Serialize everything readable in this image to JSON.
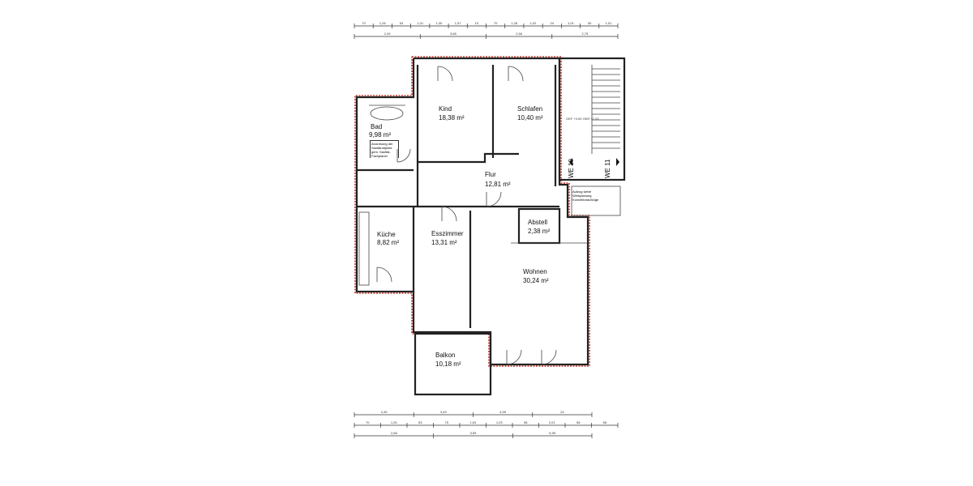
{
  "rooms": [
    {
      "name": "Kind",
      "area": "18,38 m²"
    },
    {
      "name": "Schlafen",
      "area": "10,40 m²"
    },
    {
      "name": "Bad",
      "area": "9,98 m²"
    },
    {
      "name": "Flur",
      "area": "12,81 m²"
    },
    {
      "name": "Küche",
      "area": "8,82 m²"
    },
    {
      "name": "Esszimmer",
      "area": "13,31 m²"
    },
    {
      "name": "Abstell",
      "area": "2,38 m²"
    },
    {
      "name": "Wohnen",
      "area": "30,24 m²"
    },
    {
      "name": "Balkon",
      "area": "10,18 m²"
    }
  ],
  "units": {
    "we10": "WE 10",
    "we11": "WE 11"
  },
  "notes": {
    "bad_note": "Anordnung der Sanitärobjekte gem. Sanitär-Fachplaner",
    "elevator_note": "Aufzug siehe Werkplanung Konvektoraufzüge",
    "level": "OKF +3,90 OKR +2,20"
  },
  "dims_top_1": [
    "70",
    "1,26",
    "53",
    "1,01",
    "1,30",
    "1,57",
    "10",
    "70",
    "1,26",
    "1,02",
    "24",
    "1,01",
    "50",
    "1,01"
  ],
  "dims_top_2": [
    "2,49",
    "3,68",
    "2,66",
    "2,75"
  ],
  "dims_bottom_1": [
    "2,49",
    "3,49",
    "4,95",
    "24"
  ],
  "dims_bottom_2": [
    "70",
    "1,26",
    "53",
    "75",
    "1,63",
    "1,03",
    "58",
    "2,01",
    "58",
    "58"
  ],
  "dims_bottom_3": [
    "2,68",
    "3,59",
    "6,95"
  ],
  "colors": {
    "wall": "#222222",
    "boundary": "#c0392b"
  }
}
